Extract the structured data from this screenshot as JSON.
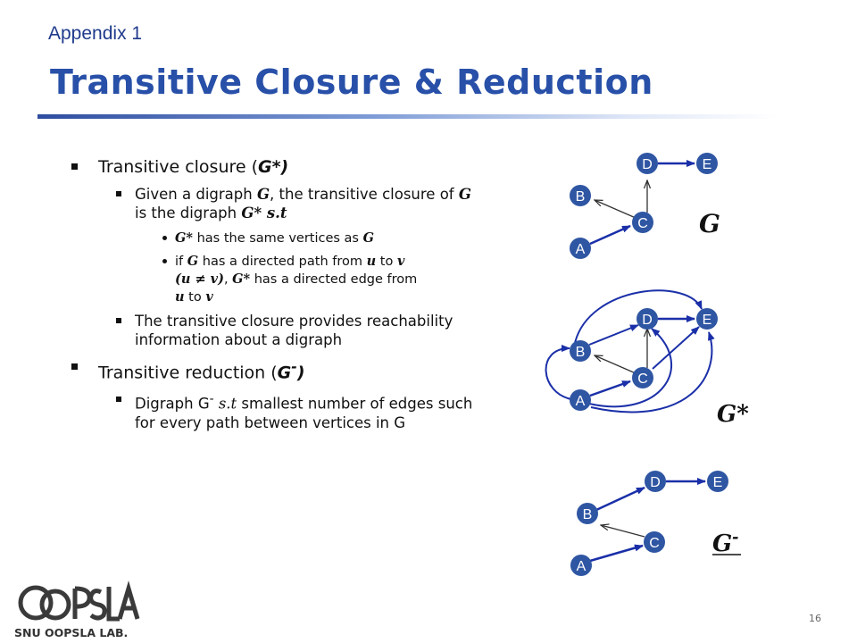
{
  "header": {
    "subtitle": "Appendix 1",
    "title": "Transitive Closure & Reduction"
  },
  "content": {
    "closure_heading": "Transitive closure (",
    "closure_symbol": "G*",
    "closure_close": ")",
    "closure_def_1": "Given a digraph ",
    "closure_def_g": "G",
    "closure_def_2": ", the transitive closure of ",
    "closure_def_g2": "G",
    "closure_def_3": " is the digraph ",
    "closure_def_gstar": "G* s.t",
    "sub1_gstar": "G*",
    "sub1_text": " has the same vertices as ",
    "sub1_g": "G",
    "sub2_1": "if ",
    "sub2_g": "G",
    "sub2_2": " has a directed path from ",
    "sub2_u": "u",
    "sub2_3": " to ",
    "sub2_v": "v",
    "sub2_paren": "(u ≠ v)",
    "sub2_4": ", ",
    "sub2_gstar": "G*",
    "sub2_5": " has a directed edge from ",
    "sub2_u2": "u",
    "sub2_6": " to ",
    "sub2_v2": "v",
    "closure_info": "The transitive closure provides reachability information about a digraph",
    "reduction_heading": "Transitive reduction (",
    "reduction_symbol": "G",
    "reduction_sup": "-",
    "reduction_close": ")",
    "reduction_def_1": "Digraph G",
    "reduction_def_sup": "-",
    "reduction_def_st": " s.t",
    "reduction_def_2": " smallest number of edges such for every path between vertices in G"
  },
  "graphs": {
    "node_labels": [
      "A",
      "B",
      "C",
      "D",
      "E"
    ],
    "g_label": "G",
    "gstar_label": "G*",
    "gminus_label": "G",
    "gminus_sup": "-",
    "node_color": "#2f56a3",
    "edge_color": "#1a2fa8"
  },
  "footer": {
    "page_number": "16",
    "logo_text": "SNU OOPSLA LAB."
  }
}
